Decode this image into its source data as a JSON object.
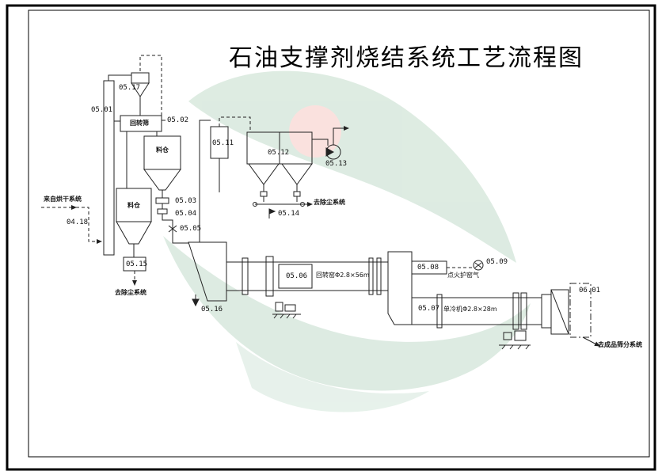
{
  "title": "石油支撑剂烧结系统工艺流程图",
  "colors": {
    "watermark_green": "#c2dccb",
    "watermark_green_light": "#d4e7db",
    "watermark_pink": "#f6c9c4",
    "line": "#222222"
  },
  "tags": {
    "t0418": "04.18",
    "t0501": "05.01",
    "t0502": "05.02",
    "t0503": "05.03",
    "t0504": "05.04",
    "t0505": "05.05",
    "t0506": "05.06",
    "t0507": "05.07",
    "t0508": "05.08",
    "t0509": "05.09",
    "t0511": "05.11",
    "t0512": "05.12",
    "t0513": "05.13",
    "t0514": "05.14",
    "t0515": "05.15",
    "t0516": "05.16",
    "t0517": "05.17",
    "t0601": "06.01"
  },
  "texts": {
    "rotary_screen": "回转筛",
    "silo_top": "料仓",
    "silo_left": "料仓",
    "from_dryer": "来自烘干系统",
    "to_dust_left": "去除尘系统",
    "to_dust_mid": "去除尘系统",
    "kiln_spec": "回转窑Φ2.8×56m",
    "cooler_spec": "单冷机Φ2.8×28m",
    "ignition_gas": "点火护窑气",
    "to_product": "去成品筛分系统"
  }
}
